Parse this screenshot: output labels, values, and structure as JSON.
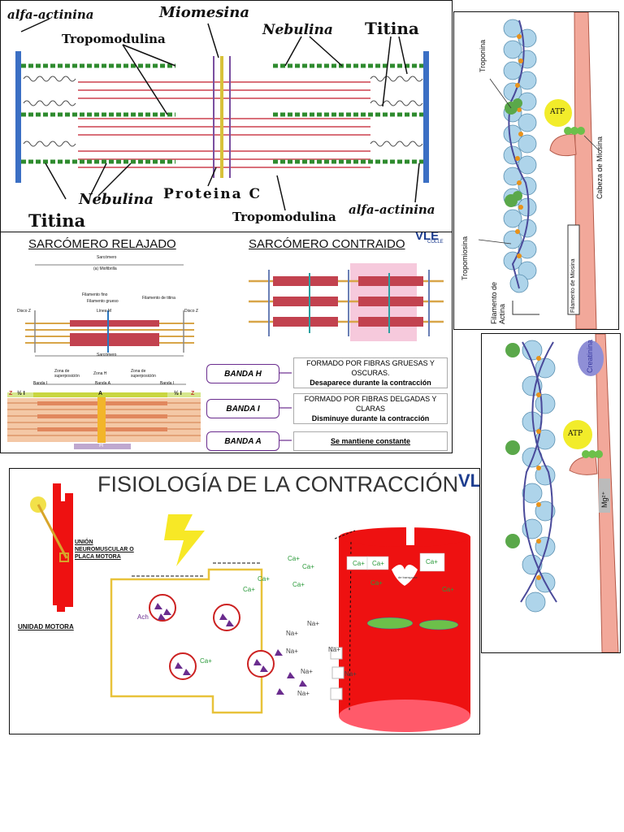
{
  "panel1": {
    "labels": {
      "alfa_tl": "alfa-actinina",
      "miomesina": "Miomesina",
      "tropomodulina_top": "Tropomodulina",
      "nebulina_top": "Nebulina",
      "titina_top": "Titina",
      "nebulina_bottom": "Nebulina",
      "proteina_c": "Proteina C",
      "titina_bottom": "Titina",
      "tropomodulina_bottom": "Tropomodulina",
      "alfa_br": "alfa-actinina"
    }
  },
  "panel2": {
    "title_left": "SARCÓMERO RELAJADO",
    "title_right": "SARCÓMERO CONTRAIDO",
    "brand": "VLE",
    "brand_sub": "COLLE",
    "small_labels": {
      "sarcomero": "Sarcómero",
      "miofibrilla": "(a) Miofibrilla",
      "filamento_fino": "Filamento fino",
      "filamento_grueso": "Filamento grueso",
      "linea_m": "Línea M",
      "filamento_titina": "Filamento de titina",
      "disco_z_left": "Disco Z",
      "disco_z_right": "Disco Z",
      "sarcomero_bottom": "Sarcómero",
      "zona_super_left": "Zona de superposición",
      "zona_h": "Zona H",
      "zona_super_right": "Zona de superposición",
      "banda_i_left": "Banda I",
      "banda_a": "Banda A",
      "banda_i_right": "Banda I",
      "z_left": "Z",
      "half_i_left": "½ I",
      "a": "A",
      "half_i_right": "½ I",
      "z_right": "Z",
      "h": "H"
    },
    "bands": [
      {
        "name": "BANDA H",
        "line1": "FORMADO POR FIBRAS GRUESAS Y",
        "line2": "OSCURAS.",
        "bold": "Desaparece durante la contracción"
      },
      {
        "name": "BANDA I",
        "line1": "FORMADO POR FIBRAS DELGADAS Y",
        "line2": "CLARAS",
        "bold": "Disminuye durante la contracción"
      },
      {
        "name": "BANDA A",
        "line1": "",
        "line2": "",
        "bold": "Se mantiene constante"
      }
    ]
  },
  "panel3": {
    "troponina": "Troponina",
    "tropomiosina": "Tropomiosina",
    "filamento_actina": "Filamento de Actina",
    "atp": "ATP",
    "cabeza_miosina": "Cabeza de Miosina",
    "filamento_miosina": "Filamento de Miosina"
  },
  "panel4": {
    "creatinina": "Creatinina",
    "atp": "ATP",
    "mg": "Mg²⁺"
  },
  "panel5": {
    "title": "FISIOLOGÍA DE LA CONTRACCIÓN",
    "brand": "VL",
    "union": "UNIÓN NEUROMUSCULAR O PLACA MOTORA",
    "unidad": "UNIDAD MOTORA",
    "ions": {
      "ca": "Ca+",
      "na": "Na+",
      "ach": "Ach"
    },
    "heart_label": "de transporte"
  },
  "colors": {
    "purple": "#6a2c8e",
    "red": "#e11",
    "actin_blue": "#aed4ea",
    "myosin_pink": "#f2a89a",
    "green": "#3aa03a"
  }
}
